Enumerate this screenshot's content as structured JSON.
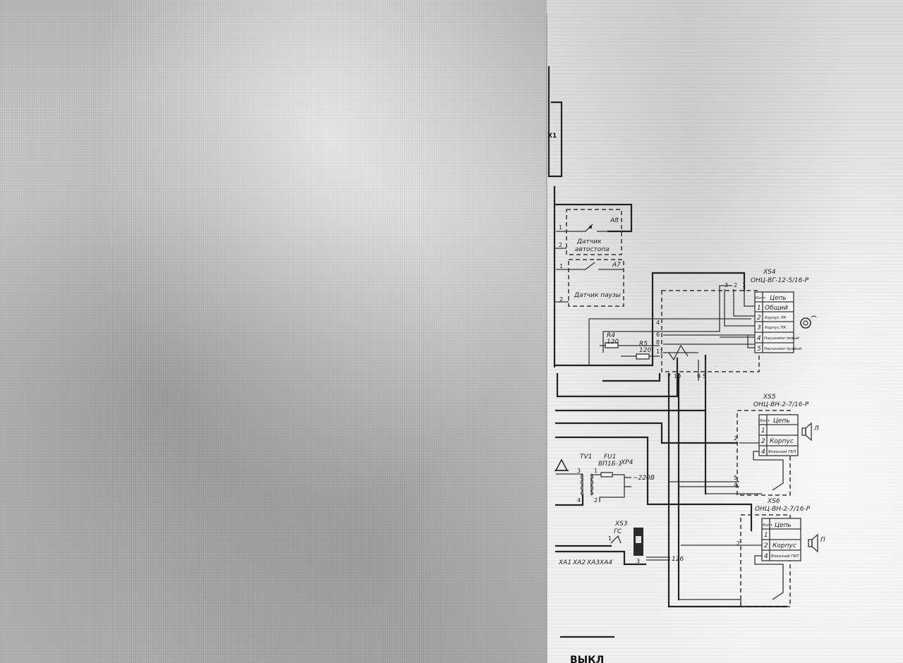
{
  "schematic": {
    "left_bus_label": "X1",
    "a8": {
      "ref": "A8",
      "label_line1": "Датчик",
      "label_line2": "автостопа",
      "pin1": "1",
      "pin2": "2"
    },
    "a7": {
      "ref": "A7",
      "label": "Датчик паузы",
      "pin1": "1",
      "pin2": "2"
    },
    "xs4": {
      "ref": "XS4",
      "part": "ОНЦ-ВГ-12-5/16-Р",
      "header_kont": "Конт",
      "header_circuit": "Цепь",
      "rows": [
        {
          "num": "1",
          "name": "Общий"
        },
        {
          "num": "2",
          "name": "Корпус ЛК"
        },
        {
          "num": "3",
          "name": "Корпус ПК"
        },
        {
          "num": "4",
          "name": "Наушники левый"
        },
        {
          "num": "5",
          "name": "Наушники правый"
        }
      ],
      "top_pins": [
        "3",
        "2",
        "1"
      ]
    },
    "r4": {
      "ref": "R4",
      "value": "120"
    },
    "r5": {
      "ref": "R5",
      "value": "120"
    },
    "switch_pins": [
      "4",
      "6",
      "8",
      "11",
      "7",
      "10",
      "9",
      "5"
    ],
    "xs5": {
      "ref": "XS5",
      "part": "ОНЦ-ВН-2-7/16-Р",
      "header_kont": "Конт",
      "header_circuit": "Цепь",
      "rows": [
        {
          "num": "1",
          "name": ""
        },
        {
          "num": "2",
          "name": "Корпус"
        },
        {
          "num": "4",
          "name": "Внешний ГБЛ"
        }
      ],
      "speaker_label": "Л",
      "side_pins": [
        "2",
        "5",
        "4"
      ]
    },
    "xs6": {
      "ref": "XS6",
      "part": "ОНЦ-ВН-2-7/16-Р",
      "header_kont": "Конт",
      "header_circuit": "Цепь",
      "rows": [
        {
          "num": "1",
          "name": ""
        },
        {
          "num": "2",
          "name": "Корпус"
        },
        {
          "num": "4",
          "name": "Внешний ГБП"
        }
      ],
      "speaker_label": "П",
      "side_pins": [
        "2"
      ]
    },
    "tv1": {
      "ref": "TV1",
      "pin3": "3",
      "pin4": "4",
      "pin1": "1",
      "pin2": "2"
    },
    "fu1": {
      "ref": "FU1",
      "part": "ВП1Б-1"
    },
    "xp4": {
      "ref": "XP4",
      "voltage": "~220В"
    },
    "xs3": {
      "ref": "XS3",
      "sub": "ГС",
      "pin3": "3",
      "pin1": "1",
      "wire": "126"
    },
    "xa": [
      "ХА1",
      "ХА2",
      "ХА3",
      "ХА4"
    ],
    "bottom_label": "ВЫКЛ"
  }
}
